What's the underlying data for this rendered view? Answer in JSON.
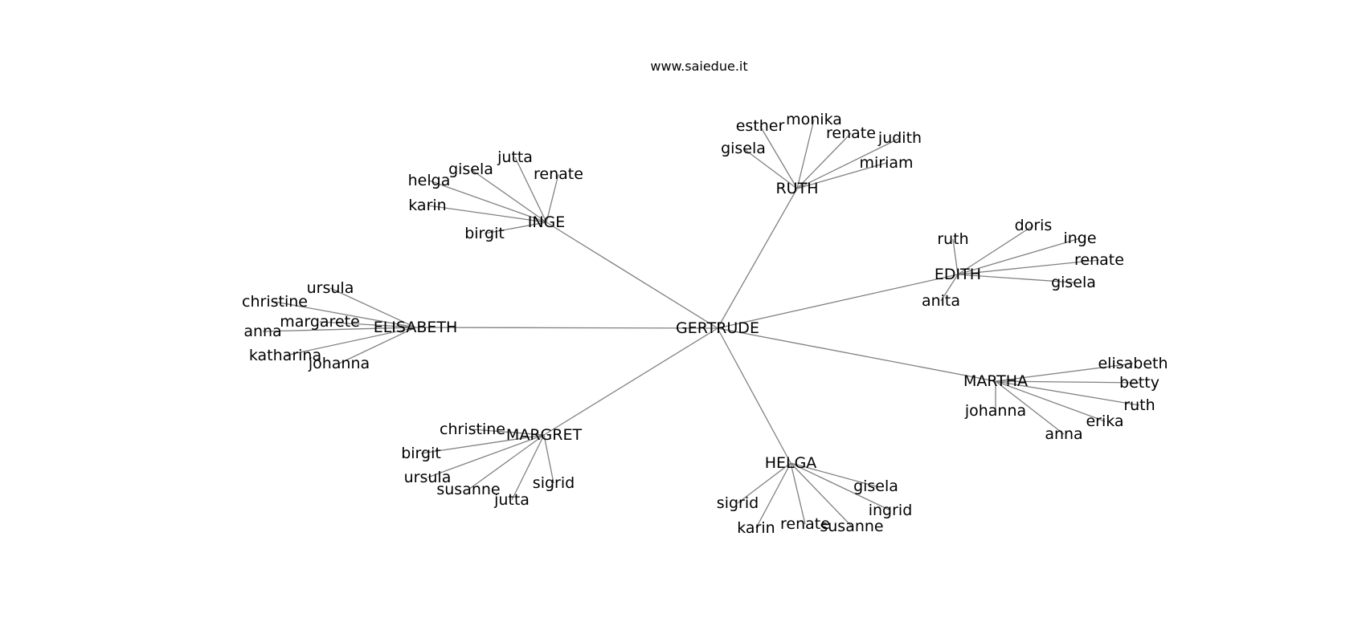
{
  "title": "www.saiedue.it",
  "colors": {
    "edge": "#808080",
    "text": "#000000",
    "background": "#ffffff"
  },
  "root": "GERTRUDE",
  "hubs": [
    {
      "name": "RUTH",
      "children": [
        "esther",
        "monika",
        "renate",
        "judith",
        "gisela",
        "miriam"
      ]
    },
    {
      "name": "INGE",
      "children": [
        "jutta",
        "gisela",
        "renate",
        "helga",
        "karin",
        "birgit"
      ]
    },
    {
      "name": "EDITH",
      "children": [
        "doris",
        "ruth",
        "inge",
        "renate",
        "gisela",
        "anita"
      ]
    },
    {
      "name": "ELISABETH",
      "children": [
        "ursula",
        "christine",
        "margarete",
        "anna",
        "katharina",
        "johanna"
      ]
    },
    {
      "name": "MARTHA",
      "children": [
        "elisabeth",
        "betty",
        "ruth",
        "johanna",
        "erika",
        "anna"
      ]
    },
    {
      "name": "MARGRET",
      "children": [
        "christine",
        "birgit",
        "ursula",
        "susanne",
        "jutta",
        "sigrid"
      ]
    },
    {
      "name": "HELGA",
      "children": [
        "gisela",
        "ingrid",
        "sigrid",
        "karin",
        "renate",
        "susanne"
      ]
    }
  ]
}
